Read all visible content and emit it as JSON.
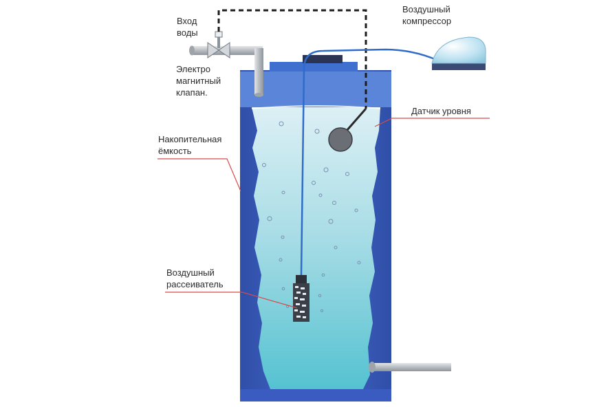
{
  "labels": {
    "water_inlet": "Вход\nводы",
    "solenoid_valve": "Электро\nмагнитный\nклапан.",
    "storage_tank": "Накопительная\nёмкость",
    "air_diffuser": "Воздушный\nрассеиватель",
    "compressor": "Воздушный\nкомпрессор",
    "level_sensor": "Датчик уровня"
  },
  "colors": {
    "tank_wall": "#3b5fbf",
    "tank_lid": "#4a78d4",
    "water_top": "#d3ecf3",
    "water_bottom": "#5cc4d2",
    "leader_line": "#d84a4a",
    "pipe": "#c4c8cc",
    "compressor": "#bfe3f2",
    "air_hose": "#2f6bc9"
  }
}
